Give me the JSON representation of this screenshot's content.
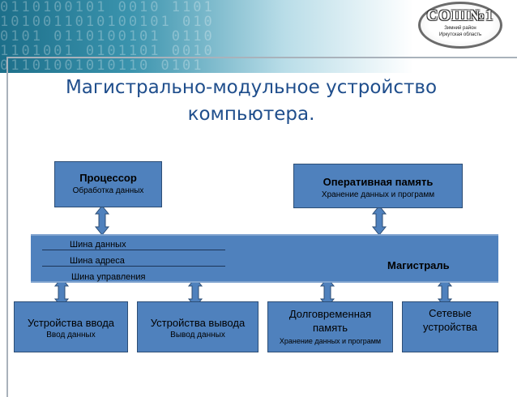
{
  "logo": {
    "main": "СОШ№1",
    "sub1": "Зимний район",
    "sub2": "Иркутская область"
  },
  "title": {
    "line1": "Магистрально-модульное устройство",
    "line2": "компьютера."
  },
  "processor": {
    "name": "Процессор",
    "desc": "Обработка данных"
  },
  "ram": {
    "name": "Оперативная память",
    "desc": "Хранение данных и программ"
  },
  "bus": {
    "label": "Магистраль",
    "lines": [
      "Шина данных",
      "Шина адреса",
      "Шина управления"
    ]
  },
  "input_devices": {
    "name": "Устройства ввода",
    "desc": "Ввод данных"
  },
  "output_devices": {
    "name": "Устройства вывода",
    "desc": "Вывод данных"
  },
  "storage": {
    "name_line1": "Долговременная",
    "name_line2": "память",
    "desc": "Хранение данных и программ"
  },
  "network": {
    "name_line1": "Сетевые",
    "name_line2": "устройства"
  },
  "colors": {
    "box": "#4f81bd",
    "title": "#1f4e8c",
    "arrow": "#4f81bd"
  }
}
